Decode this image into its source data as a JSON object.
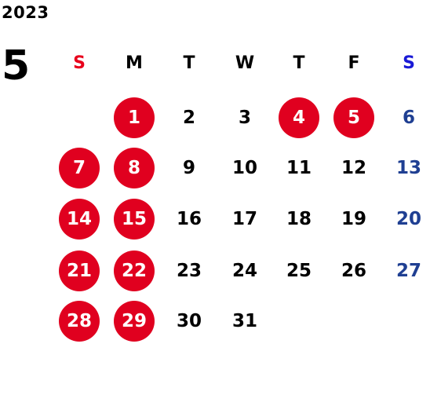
{
  "year": "2023",
  "month": "5",
  "weekdays": [
    {
      "label": "S",
      "kind": "sun"
    },
    {
      "label": "M",
      "kind": "weekday"
    },
    {
      "label": "T",
      "kind": "weekday"
    },
    {
      "label": "W",
      "kind": "weekday"
    },
    {
      "label": "T",
      "kind": "weekday"
    },
    {
      "label": "F",
      "kind": "weekday"
    },
    {
      "label": "S",
      "kind": "sat"
    }
  ],
  "first_weekday_index": 1,
  "days_in_month": 31,
  "holidays": [
    1,
    4,
    5,
    7,
    8,
    14,
    15,
    21,
    22,
    28,
    29
  ],
  "colors": {
    "sunday_header": "#e8001c",
    "saturday_header": "#1a1ad6",
    "saturday_date": "#1f3f92",
    "holiday_circle": "#e0001f",
    "holiday_text": "#ffffff",
    "default_text": "#000000"
  }
}
